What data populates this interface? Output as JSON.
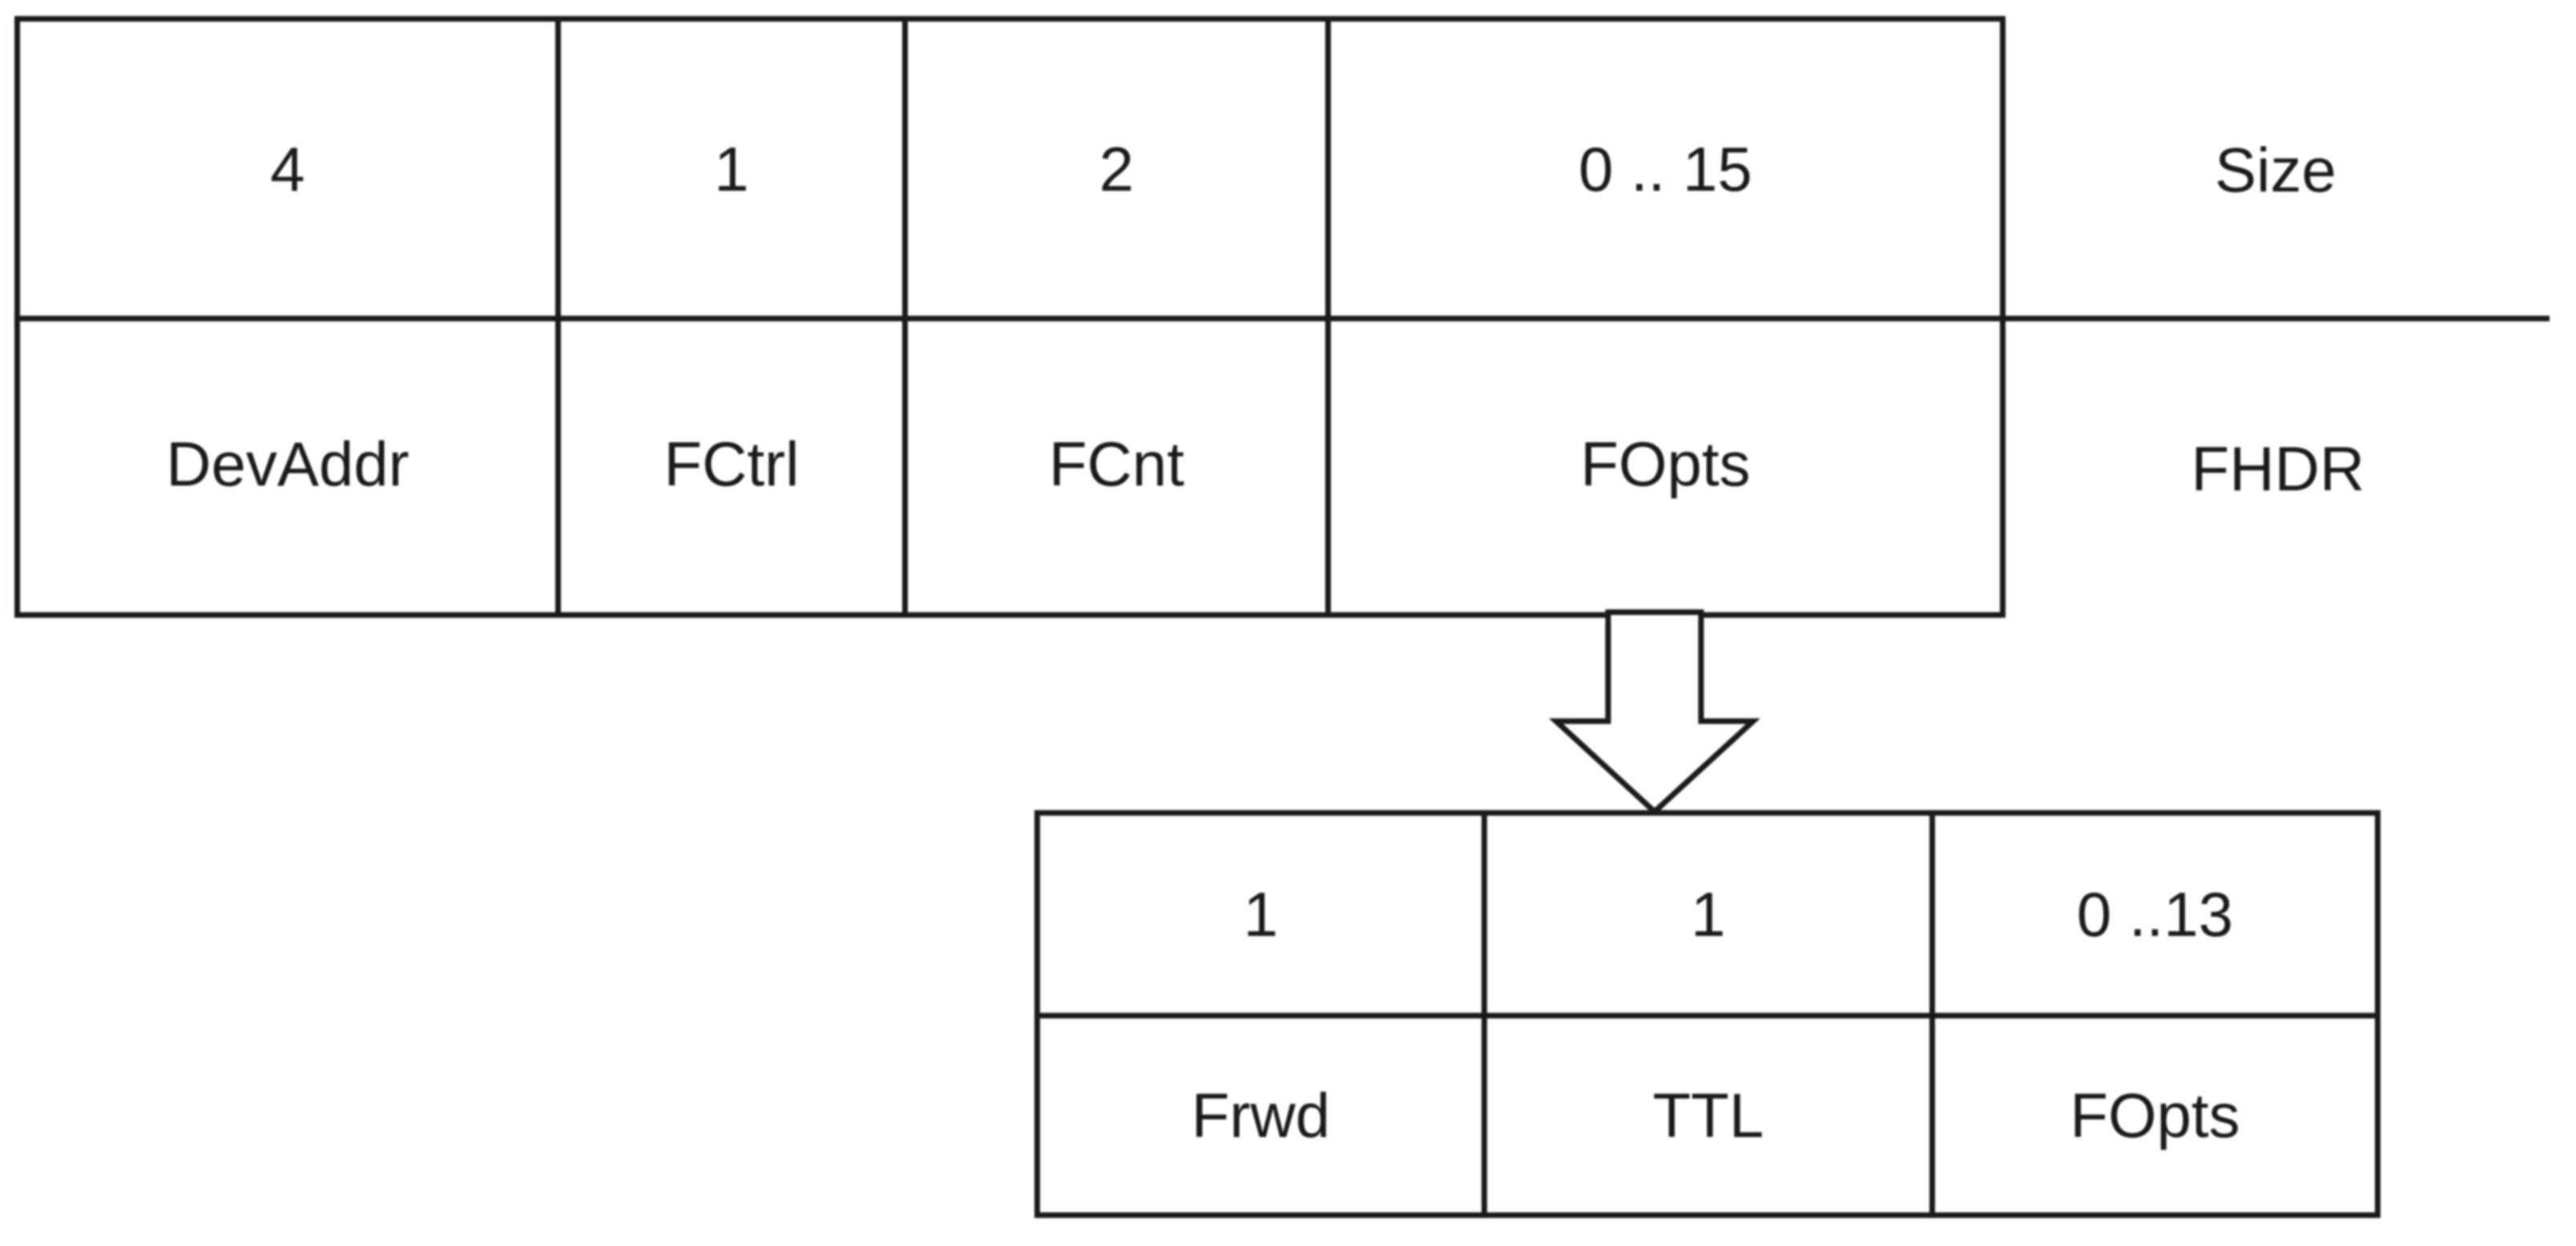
{
  "fhdr_table": {
    "size_row_label": "Size",
    "field_row_label": "FHDR",
    "columns": [
      {
        "size": "4",
        "field": "DevAddr"
      },
      {
        "size": "1",
        "field": "FCtrl"
      },
      {
        "size": "2",
        "field": "FCnt"
      },
      {
        "size": "0 .. 15",
        "field": "FOpts"
      }
    ]
  },
  "fopts_expansion_table": {
    "columns": [
      {
        "size": "1",
        "field": "Frwd"
      },
      {
        "size": "1",
        "field": "TTL"
      },
      {
        "size": "0 ..13",
        "field": "FOpts"
      }
    ]
  },
  "icons": {
    "expansion_arrow": "block-arrow-down"
  },
  "colors": {
    "line": "#1a1a1a",
    "text": "#1a1a1a",
    "background": "#ffffff"
  }
}
